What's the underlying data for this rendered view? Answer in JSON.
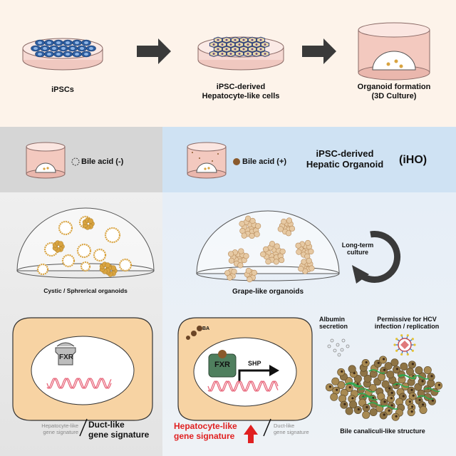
{
  "top": {
    "steps": [
      {
        "label": "iPSCs"
      },
      {
        "label_line1": "iPSC-derived",
        "label_line2": "Hepatocyte-like cells"
      },
      {
        "label_line1": "Organoid formation",
        "label_line2": "(3D Culture)"
      }
    ]
  },
  "middle": {
    "left_condition": "Bile acid (-)",
    "right_condition": "Bile acid (+)",
    "ihO_title_line1": "iPSC-derived",
    "ihO_title_line2": "Hepatic Organoid",
    "ihO_abbrev": "(iHO)"
  },
  "lower": {
    "left_organoid_label": "Cystic / Sphrerical organoids",
    "right_organoid_label": "Grape-like organoids",
    "long_term_line1": "Long-term",
    "long_term_line2": "culture"
  },
  "bottom": {
    "fxr_label": "FXR",
    "ba_label": "BA",
    "shp_label": "SHP",
    "left_sig_small_line1": "Hepatocyte-like",
    "left_sig_small_line2": "gene signature",
    "left_sig_big_line1": "Duct-like",
    "left_sig_big_line2": "gene signature",
    "right_sig_red_line1": "Hepatocyte-like",
    "right_sig_red_line2": "gene signature",
    "right_sig_small_line1": "Duct-like",
    "right_sig_small_line2": "gene signature",
    "albumin_line1": "Albumin",
    "albumin_line2": "secretion",
    "hcv_line1": "Permissive for HCV",
    "hcv_line2": "infection / replication",
    "bile_label": "Bile canaliculi-like structure"
  },
  "colors": {
    "top_bg": "#fdf3ea",
    "mid_left_bg": "#d6d6d6",
    "mid_right_bg": "#cfe2f3",
    "low_left_bg": "#ececec",
    "low_right_bg": "#e4edf6",
    "cell_fill": "#f7d3a3",
    "dish_pink": "#f1c2ba",
    "organoid_gold": "#d9a441",
    "fxr_green": "#4f7f5e",
    "arrow_gray": "#3a3a3a",
    "red": "#e02020",
    "ba_brown": "#8a5a2c"
  }
}
